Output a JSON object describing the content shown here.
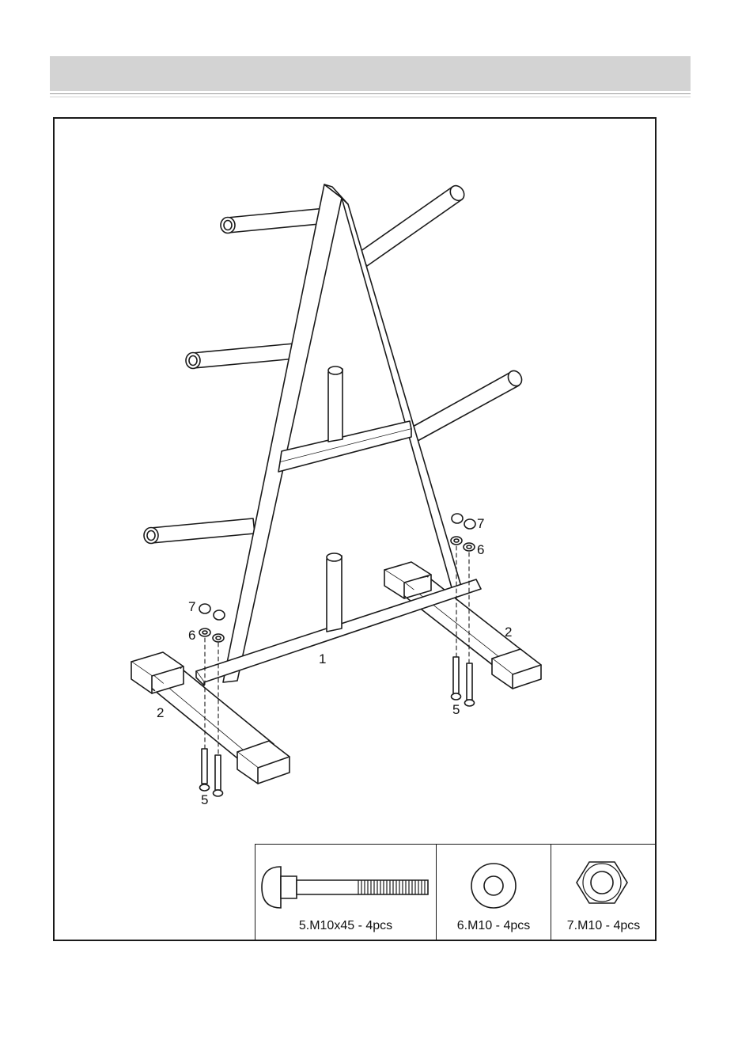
{
  "header": {
    "title": ""
  },
  "labels": {
    "frame": "1",
    "base_left": "2",
    "base_right": "2",
    "bolt_left": "5",
    "bolt_right": "5",
    "washer_left": "6",
    "washer_right": "6",
    "nut_left": "7",
    "nut_right": "7"
  },
  "parts": [
    {
      "caption": "5.M10x45 - 4pcs",
      "icon": "carriage-bolt-icon"
    },
    {
      "caption": "6.M10 - 4pcs",
      "icon": "washer-icon"
    },
    {
      "caption": "7.M10 - 4pcs",
      "icon": "hex-nut-icon"
    }
  ],
  "colors": {
    "header_bar": "#d3d3d3",
    "line": "#1a1a1a"
  }
}
